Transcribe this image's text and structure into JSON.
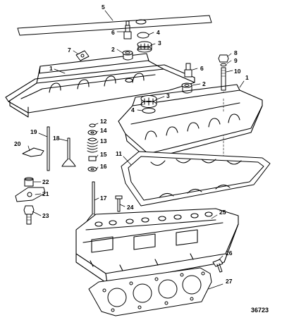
{
  "figure_number": "36723",
  "callouts": {
    "c1a": "1",
    "c1b": "1",
    "c2a": "2",
    "c2b": "2",
    "c3a": "3",
    "c3b": "3",
    "c4a": "4",
    "c4b": "4",
    "c5": "5",
    "c6a": "6",
    "c6b": "6",
    "c7": "7",
    "c8": "8",
    "c9": "9",
    "c10": "10",
    "c11": "11",
    "c12": "12",
    "c13": "13",
    "c14": "14",
    "c15": "15",
    "c16": "16",
    "c17": "17",
    "c18": "18",
    "c19": "19",
    "c20": "20",
    "c21": "21",
    "c22": "22",
    "c23": "23",
    "c24": "24",
    "c25": "25",
    "c26": "26",
    "c27": "27"
  }
}
